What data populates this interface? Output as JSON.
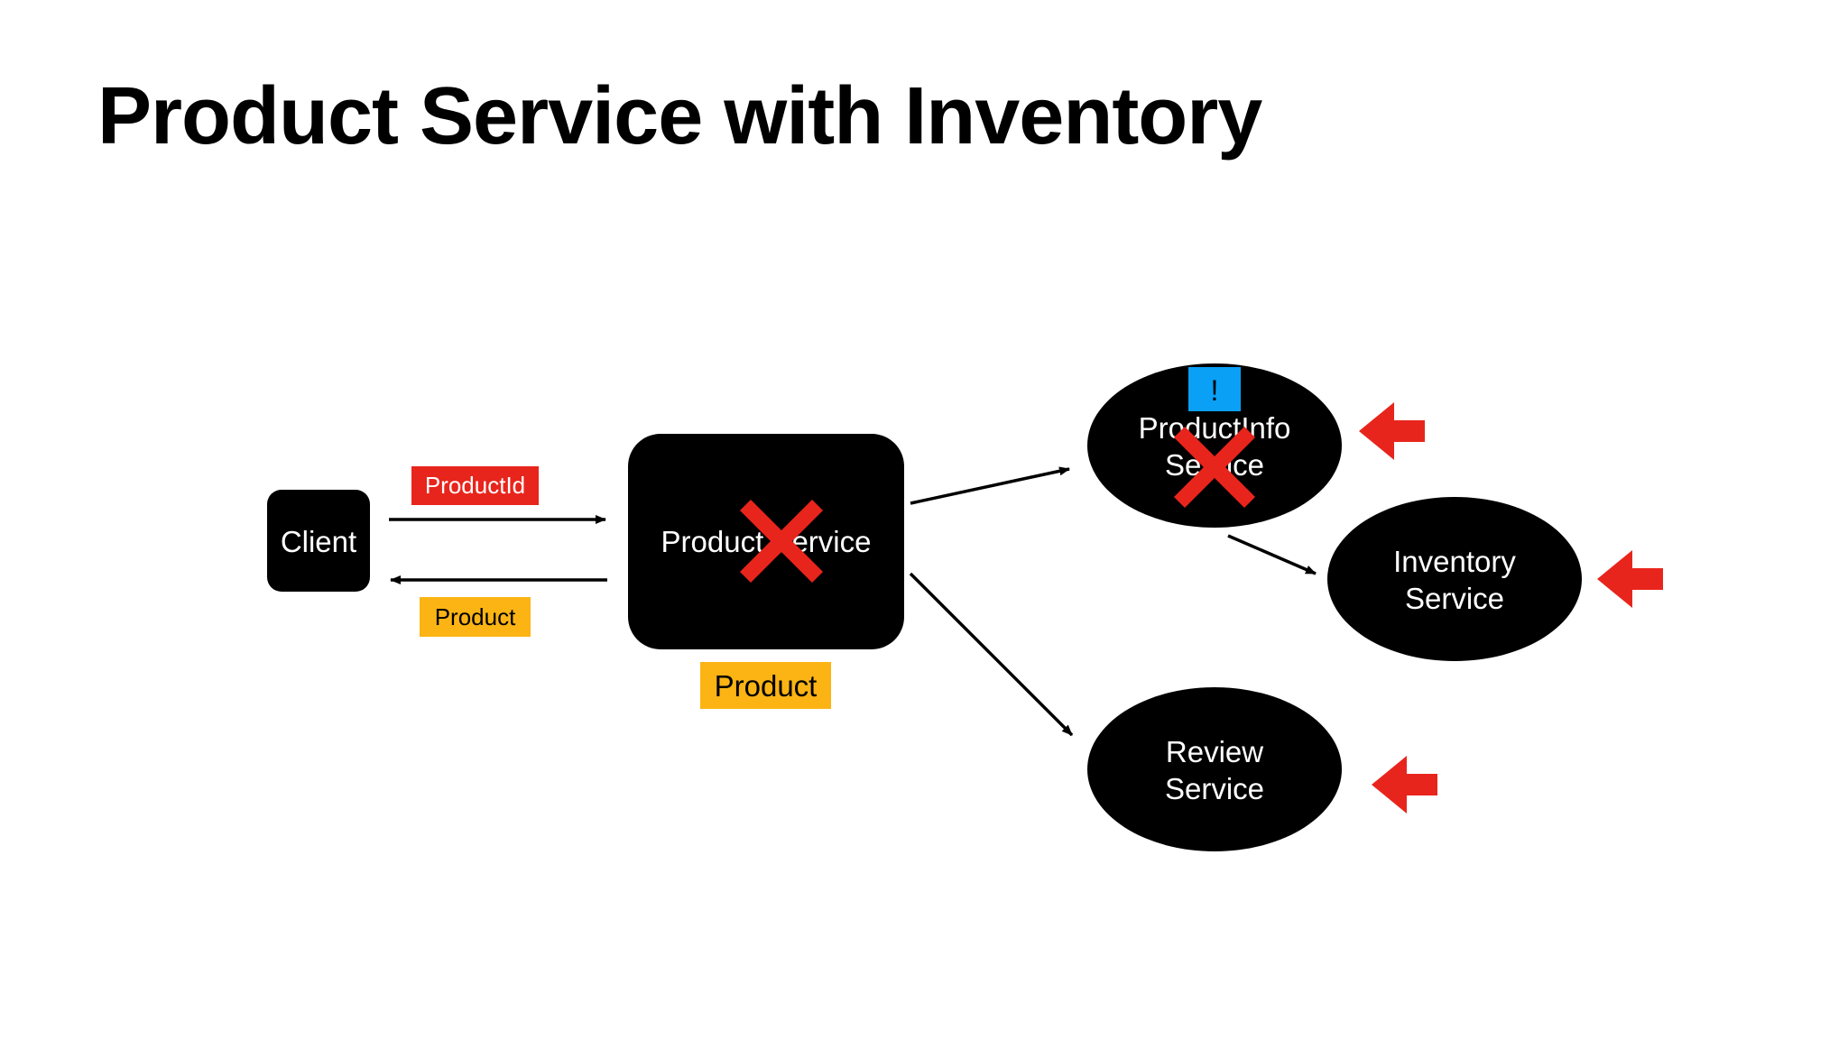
{
  "title": "Product Service with Inventory",
  "colors": {
    "node": "#000000",
    "node_text": "#ffffff",
    "request_tag": "#e8251c",
    "response_tag": "#fbb414",
    "failure_mark": "#e8251c",
    "alert_badge": "#0aa0f5",
    "pointer_arrow": "#e8251c"
  },
  "nodes": {
    "client": {
      "label": "Client"
    },
    "product_service": {
      "label": "Product Service"
    },
    "productinfo_service": {
      "line1": "ProductInfo",
      "line2": "Service"
    },
    "inventory_service": {
      "line1": "Inventory",
      "line2": "Service"
    },
    "review_service": {
      "line1": "Review",
      "line2": "Service"
    }
  },
  "tags": {
    "request": "ProductId",
    "response": "Product",
    "product_service_output": "Product"
  },
  "alert_badge": {
    "symbol": "!"
  },
  "icons": {
    "failure": "x-mark-icon",
    "pointer": "arrow-left-icon"
  }
}
